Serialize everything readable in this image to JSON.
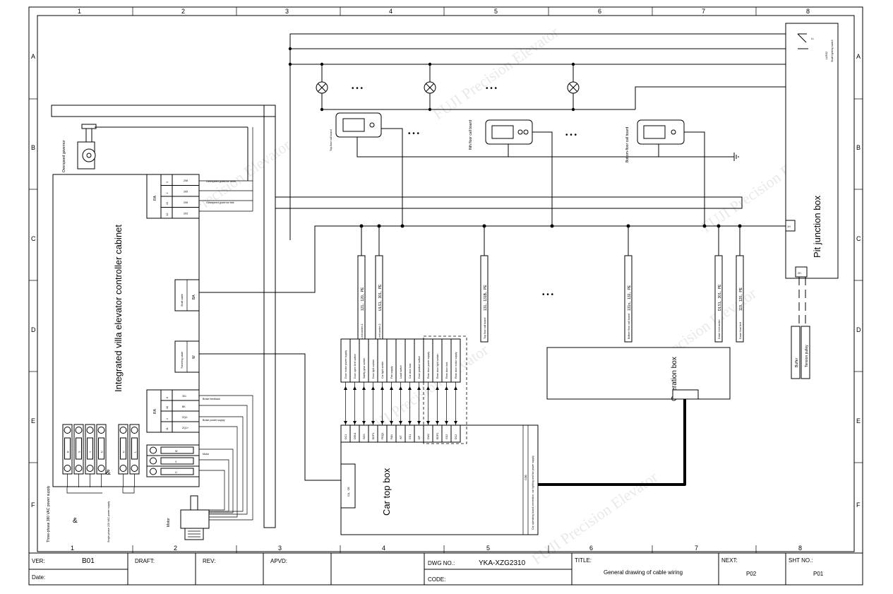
{
  "grid": {
    "columns": [
      "1",
      "2",
      "3",
      "4",
      "5",
      "6",
      "7",
      "8"
    ],
    "rows": [
      "A",
      "B",
      "C",
      "D",
      "E",
      "F"
    ]
  },
  "watermark": "FUJI Precision Elevator",
  "controller": {
    "title": "Integrated villa elevator controller cabinet",
    "ra_label": "RA",
    "governor_rows": [
      {
        "term": "3",
        "wire": "208"
      },
      {
        "term": "2",
        "wire": "205"
      },
      {
        "term": "13",
        "wire": "208"
      },
      {
        "term": "12",
        "wire": "203"
      }
    ],
    "governor_reset": "Overspeed governor reset",
    "governor_test": "Overspeed governor test",
    "shaft_cable": "Shaft cable",
    "shaft_code": "BA",
    "traveling_cable": "Traveling cable",
    "traveling_code": "W",
    "brake_rows": [
      {
        "term": "8",
        "wire": "301"
      },
      {
        "term": "18",
        "wire": "BK"
      },
      {
        "term": "1",
        "wire": "ZQ2-"
      },
      {
        "term": "11",
        "wire": "ZQ1+"
      }
    ],
    "brake_feedback": "Brake feedback",
    "brake_power": "Brake power supply",
    "motor_terminals": [
      "W",
      "V",
      "U"
    ],
    "motor_label": "Motor",
    "three_phase_terms": [
      "R",
      "S",
      "T",
      "N"
    ],
    "single_phase_terms": [
      "N",
      "L"
    ],
    "three_phase_label": "Three-phase 380 VAC power supply",
    "single_phase_label": "Single-phase 220 VAC power supply",
    "amp": "&"
  },
  "governor": {
    "label": "Overspeed governor"
  },
  "motor": {
    "label": "Motor"
  },
  "call_boards": {
    "top": "Top-floor call board",
    "nth": "Nth floor call board",
    "bottom": "Bottom-floor call board",
    "dots": "• • •"
  },
  "pit_box": {
    "title": "Pit junction box",
    "terminal_1": "1H",
    "terminal_2": "2H",
    "switch_label": "LLRS2",
    "switch_sub": "Shaft lighting switch",
    "switch_mark": "LL"
  },
  "shaft_drops": [
    {
      "code": "121、120、PE",
      "desc": "Limit switch 1"
    },
    {
      "code": "ULS1、301、PE",
      "desc": "Limit switch 2"
    },
    {
      "code": "131、131B、PE",
      "desc": "Top floor call board"
    },
    {
      "code": "131n、132、PE",
      "desc": "Bottom floor call board"
    },
    {
      "code": "DLS1、301、PE",
      "desc": "Down limit switch"
    },
    {
      "code": "119、120、PE",
      "desc": "Down final limit"
    }
  ],
  "car_top": {
    "title": "Car top box",
    "connector": "CA、CB",
    "cob": "COB",
    "cob_desc": "Car operating board connection, car lighting and fan power supply",
    "terminals": [
      "DC1",
      "DEN1",
      "SOS",
      "EDP1",
      "FEQ1",
      "FAN",
      "WT",
      "GS1",
      "DP",
      "DW2",
      "EDP2",
      "GS2",
      "DC2"
    ],
    "devices": [
      "Door motor power supply",
      "Door open limit switch",
      "Safety gear switch",
      "Door light curtain",
      "Car light switch",
      "Fan supply",
      "Load switch",
      "Car door lock",
      "Door position switch",
      "Rear door power supply",
      "Rear door light curtain",
      "Rear door lock",
      "Rear door motor supply"
    ]
  },
  "operation_box": {
    "title": "Operation box"
  },
  "pit_devices": {
    "buffer": "Buffer",
    "tension": "Tension pulley"
  },
  "title_block": {
    "ver_label": "VER:",
    "ver": "B01",
    "date_label": "Date:",
    "draft_label": "DRAFT:",
    "rev_label": "REV:",
    "apvd_label": "APVD:",
    "dwg_label": "DWG NO.:",
    "dwg": "YKA-XZG2310",
    "code_label": "CODE:",
    "title_label": "TITLE:",
    "title": "General drawing of cable wiring",
    "next_label": "NEXT:",
    "next": "P02",
    "sht_label": "SHT NO.:",
    "sht": "P01"
  }
}
